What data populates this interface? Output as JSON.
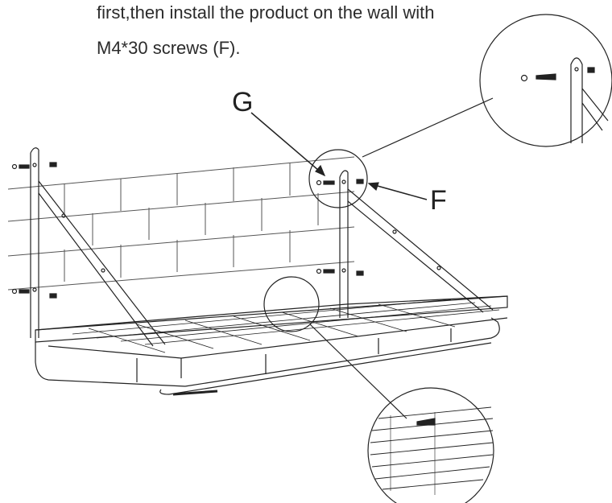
{
  "instructions": {
    "line1": "first,then install the product on the wall with",
    "line2": "M4*30 screws (F)."
  },
  "callouts": {
    "g": "G",
    "f": "F"
  },
  "colors": {
    "ink": "#222222",
    "background": "#ffffff"
  }
}
